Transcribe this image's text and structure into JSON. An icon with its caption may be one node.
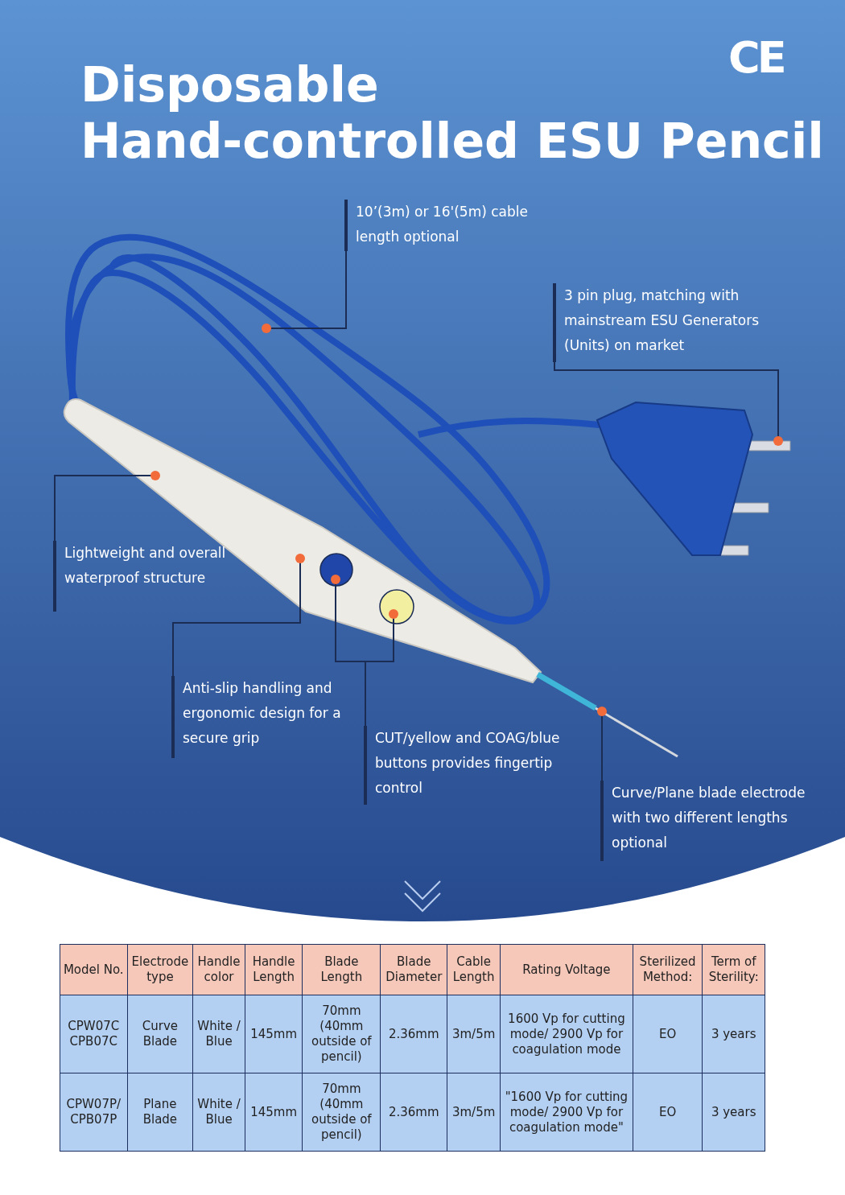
{
  "diagram": {
    "title": "Disposable Hand-controlled ESU Pencil",
    "nodes": [
      {
        "text": [
          "10’(3m) or 16'(5m) cable length optional"
        ]
      },
      {
        "text": [
          "3 pin plug, matching with mainstream ESU Generators (Units) on market"
        ]
      },
      {
        "text": [
          "Lightweight and overall waterproof structure"
        ]
      },
      {
        "text": [
          "Anti-slip handling and ergonomic design for a secure grip"
        ]
      },
      {
        "text": [
          "CUT/yellow and COAG/blue buttons provides fingertip control"
        ]
      },
      {
        "text": [
          "Curve/Plane blade electrode with two different lengths optional"
        ]
      },
      {
        "text": [],
        "shape": "picture"
      },
      {
        "text": [],
        "shape": "picture"
      },
      {
        "text": [],
        "shape": "picture"
      },
      {
        "text": [],
        "shape": "circle"
      },
      {
        "text": [],
        "shape": "circle"
      },
      {
        "text": [],
        "shape": "picture"
      }
    ],
    "edges": [
      {
        "from": 0,
        "to": 6,
        "arrow": "other"
      },
      {
        "from": 1,
        "to": 7,
        "arrow": "other"
      },
      {
        "from": 2,
        "to": 8,
        "arrow": "other"
      },
      {
        "from": 3,
        "to": 8,
        "arrow": "other"
      },
      {
        "from": 4,
        "to": 9,
        "arrow": "other"
      },
      {
        "from": 4,
        "to": 10,
        "arrow": "other"
      },
      {
        "from": 5,
        "to": 11,
        "arrow": "other"
      }
    ],
    "labels": [
      "CE",
      "Model No.",
      "Electrode type",
      "Handle color",
      "Handle Length",
      "Blade Length",
      "Blade Diameter",
      "Cable Length",
      "Rating Voltage",
      "Sterilized Method:",
      "Term of Sterility:",
      "CPW07C CPB07C",
      "Curve Blade",
      "White / Blue",
      "145mm",
      "70mm (40mm outside of pencil)",
      "2.36mm",
      "3m/5m",
      "1600 Vp for cutting mode/ 2900 Vp for coagulation mode",
      "EO",
      "3 years",
      "CPW07P/ CPB07P",
      "Plane Blade",
      "White / Blue",
      "145mm",
      "70mm (40mm outside of pencil)",
      "2.36mm",
      "3m/5m",
      "\"1600 Vp for cutting mode/ 2900 Vp for coagulation mode\"",
      "EO",
      "3 years"
    ]
  }
}
